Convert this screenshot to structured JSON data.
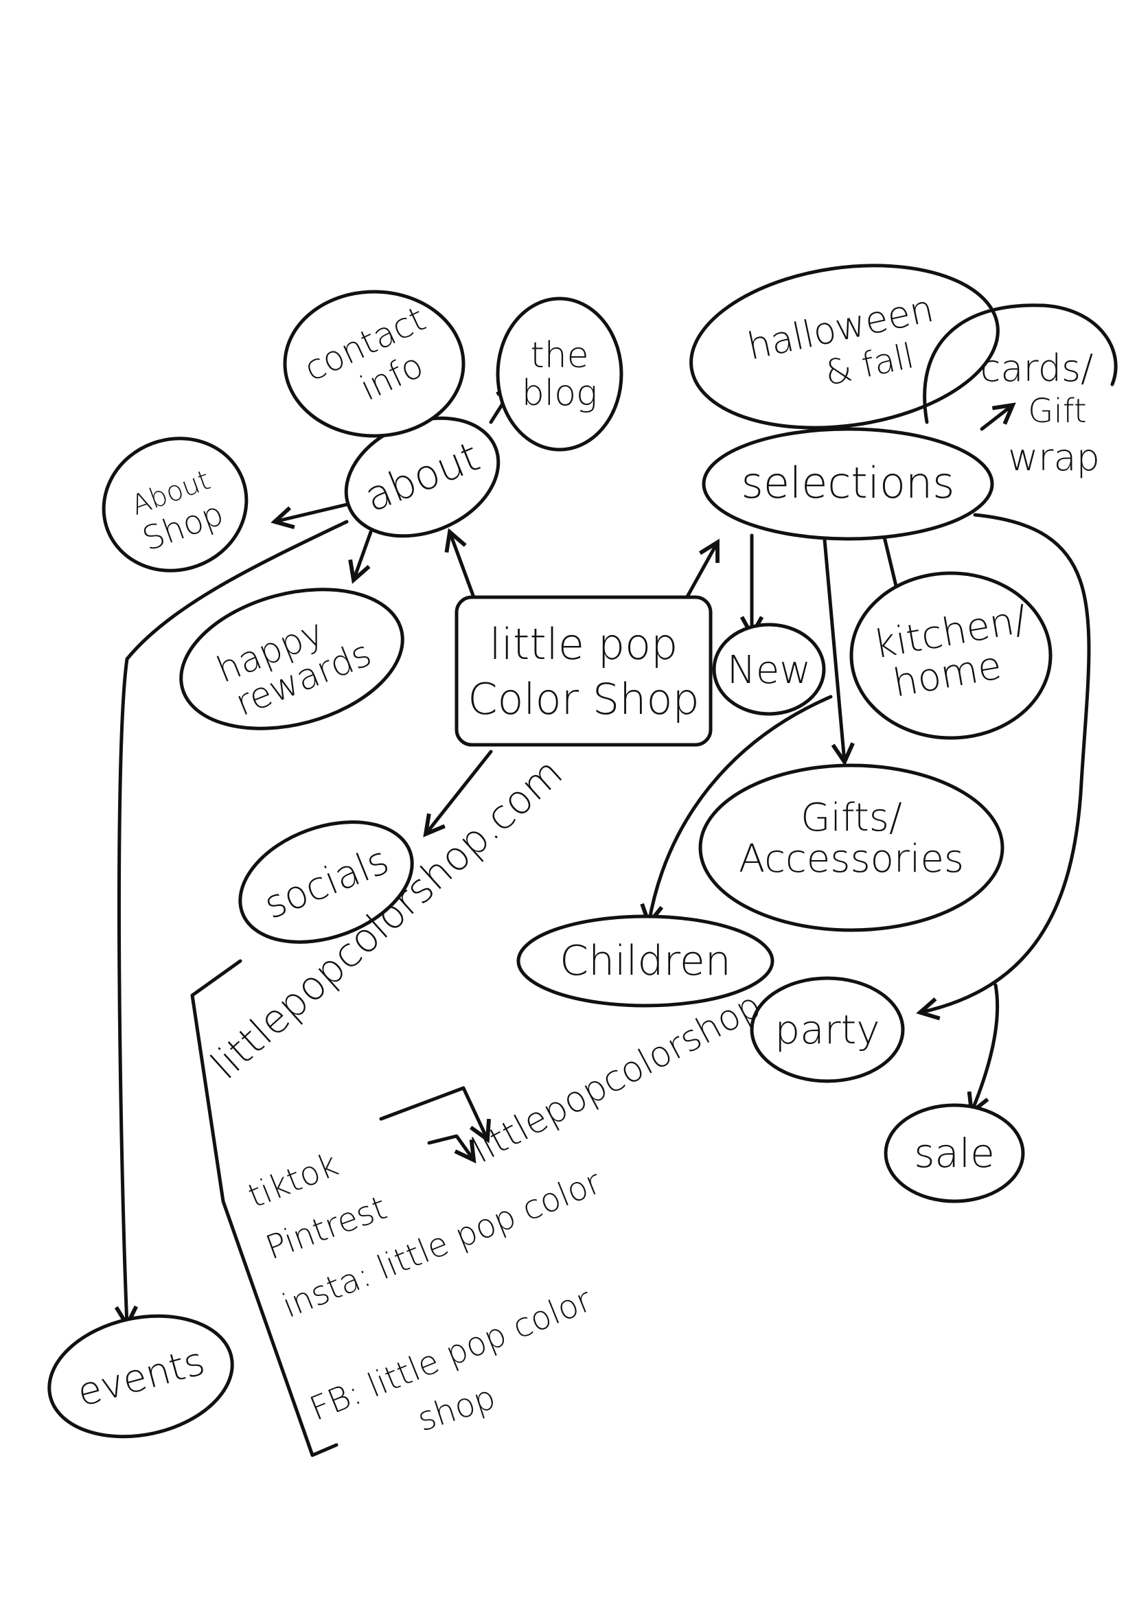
{
  "colors": {
    "ink": "#111111",
    "background": "#ffffff"
  },
  "nodes": {
    "center": {
      "line1": "little pop",
      "line2": "Color Shop"
    },
    "about": {
      "text": "about"
    },
    "contact": {
      "line1": "contact",
      "line2": "info"
    },
    "blog": {
      "line1": "the",
      "line2": "blog"
    },
    "aboutshop": {
      "line1": "About",
      "line2": "Shop"
    },
    "rewards": {
      "line1": "happy",
      "line2": "rewards"
    },
    "events": {
      "text": "events"
    },
    "socials": {
      "text": "socials"
    },
    "selections": {
      "text": "selections"
    },
    "halloween": {
      "line1": "halloween",
      "line2": "& fall"
    },
    "cards": {
      "line1": "cards/",
      "line2": "Gift",
      "line3": "wrap"
    },
    "new": {
      "text": "New"
    },
    "kitchen": {
      "line1": "kitchen/",
      "line2": "home"
    },
    "gifts": {
      "line1": "Gifts/",
      "line2": "Accessories"
    },
    "children": {
      "text": "Children"
    },
    "party": {
      "text": "party"
    },
    "sale": {
      "text": "sale"
    }
  },
  "socials_text": {
    "website": "littlepopcolorshop.com",
    "handle": "littlepopcolorshop",
    "tiktok": "tiktok",
    "pintrest": "Pintrest",
    "insta": "insta: little pop color",
    "fb_line1": "FB: little pop color",
    "fb_line2": "shop"
  }
}
